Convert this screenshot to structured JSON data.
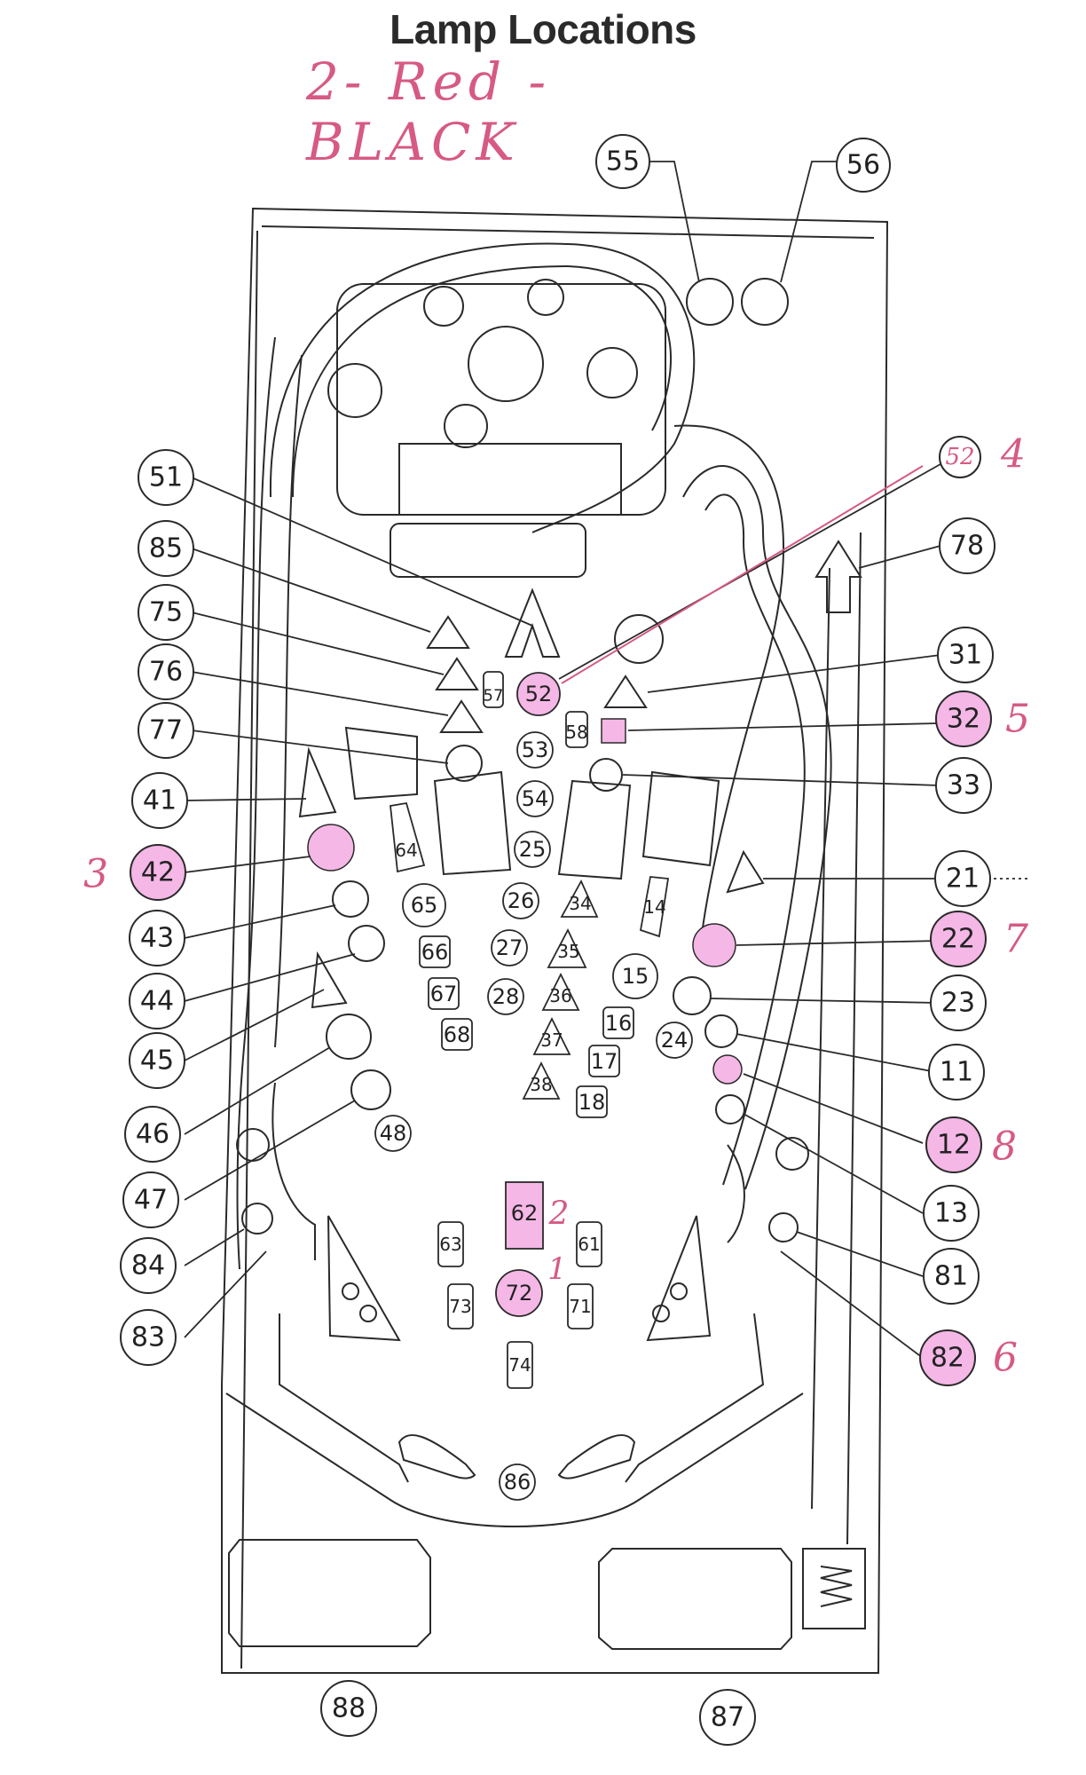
{
  "title": "Lamp Locations",
  "handnote": "2- Red - BLACK",
  "colors": {
    "ink": "#2a2a2a",
    "highlight": "#f4b7e6",
    "handwriting": "#d65a84"
  },
  "callouts": {
    "c55": "55",
    "c56": "56",
    "c51": "51",
    "c85": "85",
    "c75": "75",
    "c76": "76",
    "c77": "77",
    "c41": "41",
    "c42": "42",
    "c43": "43",
    "c44": "44",
    "c45": "45",
    "c46": "46",
    "c47": "47",
    "c84": "84",
    "c83": "83",
    "c52top": "52",
    "c78": "78",
    "c31": "31",
    "c32": "32",
    "c33": "33",
    "c21": "21",
    "c22": "22",
    "c23": "23",
    "c11": "11",
    "c12": "12",
    "c13": "13",
    "c81": "81",
    "c82": "82",
    "c88": "88",
    "c87": "87"
  },
  "playfield": {
    "p57": "57",
    "p52": "52",
    "p58": "58",
    "p53": "53",
    "p54": "54",
    "p25": "25",
    "p64": "64",
    "p65": "65",
    "p26": "26",
    "p34": "34",
    "p14": "14",
    "p27": "27",
    "p35": "35",
    "p66": "66",
    "p67": "67",
    "p28": "28",
    "p36": "36",
    "p15": "15",
    "p68": "68",
    "p37": "37",
    "p16": "16",
    "p24": "24",
    "p17": "17",
    "p38": "38",
    "p18": "18",
    "p48": "48",
    "p62": "62",
    "p63": "63",
    "p61": "61",
    "p72": "72",
    "p73": "73",
    "p71": "71",
    "p74": "74",
    "p86": "86"
  },
  "hand_marks": {
    "m4": "4",
    "m5": "5",
    "m3": "3",
    "m7": "7",
    "m8": "8",
    "m6": "6",
    "m2": "2",
    "m1": "1"
  }
}
